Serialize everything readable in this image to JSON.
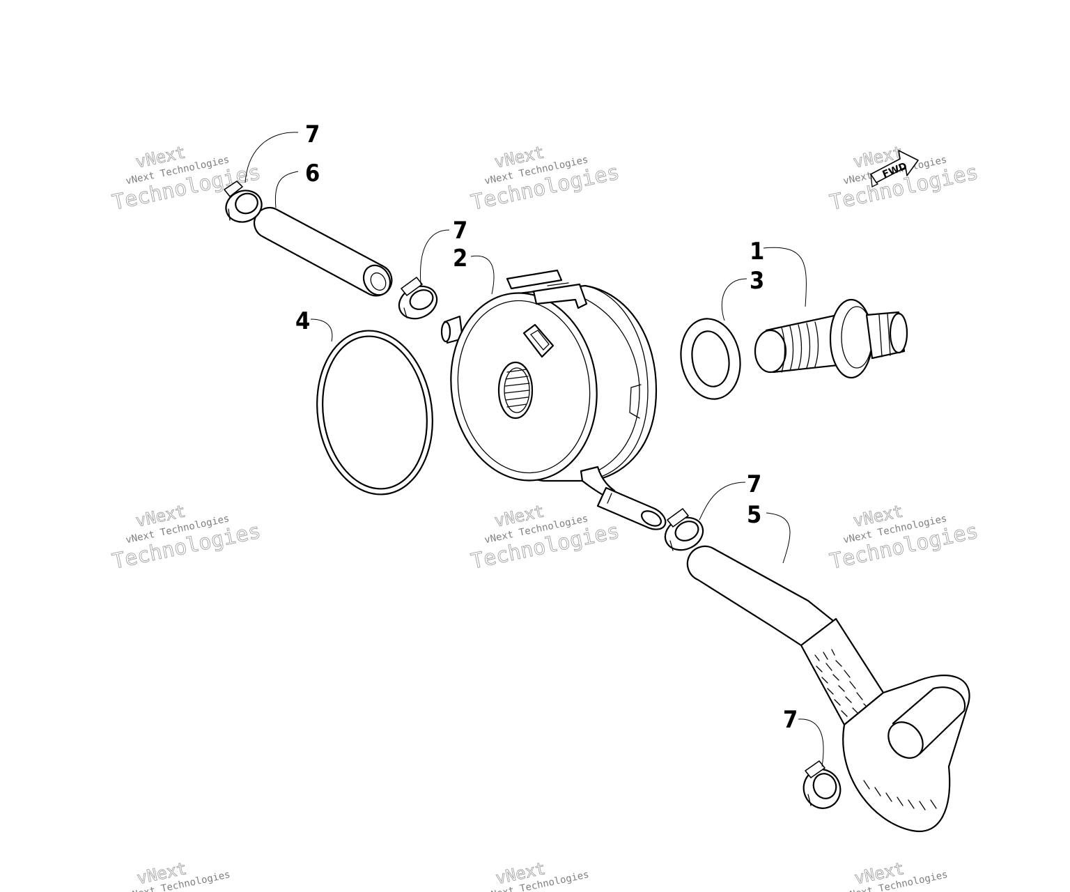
{
  "callouts": {
    "c1": "1",
    "c2": "2",
    "c3": "3",
    "c4": "4",
    "c5": "5",
    "c6": "6",
    "c7a": "7",
    "c7b": "7",
    "c7c": "7",
    "c7d": "7"
  },
  "watermark": {
    "brand": "vNext",
    "line": "vNext Technologies",
    "big": "Technologies"
  },
  "fwd_label": "FWD"
}
